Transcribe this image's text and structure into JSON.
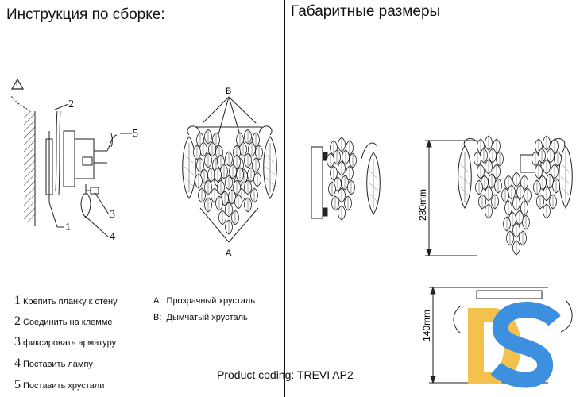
{
  "headings": {
    "assembly": "Инструкция по сборке:",
    "dimensions": "Габаритные размеры"
  },
  "callouts": [
    "1",
    "2",
    "3",
    "4",
    "5"
  ],
  "crystal_labels": {
    "top": "B",
    "bottom": "A"
  },
  "steps": [
    {
      "num": "1",
      "text": "Крепить планку к стену"
    },
    {
      "num": "2",
      "text": "Соединить на клемме"
    },
    {
      "num": "3",
      "text": "фиксировать арматуру"
    },
    {
      "num": "4",
      "text": "Поставить лампу"
    },
    {
      "num": "5",
      "text": "Поставить хрустали"
    }
  ],
  "legend": [
    {
      "key": "A:",
      "text": "Прозрачный хрусталь"
    },
    {
      "key": "B:",
      "text": "Дымчатый хрусталь"
    }
  ],
  "dimensions": {
    "height": "230mm",
    "depth": "140mm"
  },
  "product_coding": "Product coding: TREVI AP2",
  "logo": {
    "text": "DS",
    "colors": [
      "#f2c14e",
      "#3d8fe0"
    ]
  }
}
